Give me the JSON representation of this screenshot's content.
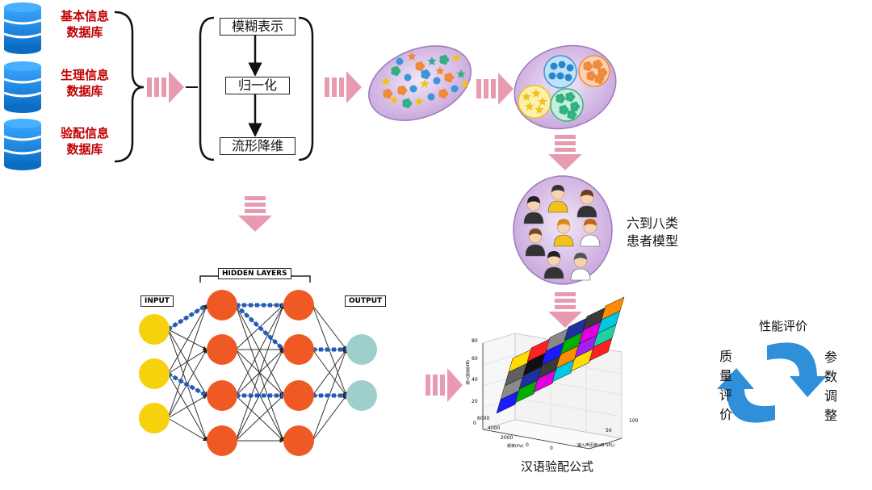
{
  "databases": [
    {
      "label": "基本信息\n数据库"
    },
    {
      "label": "生理信息\n数据库"
    },
    {
      "label": "验配信息\n数据库"
    }
  ],
  "pipeline": {
    "steps": [
      "模糊表示",
      "归一化",
      "流形降维"
    ]
  },
  "patient_model": {
    "label": "六到八类\n患者模型"
  },
  "neural_net": {
    "input_label": "INPUT",
    "hidden_label": "HIDDEN LAYERS",
    "output_label": "OUTPUT"
  },
  "formula": {
    "caption": "汉语验配公式",
    "z_ticks": [
      "0",
      "20",
      "40",
      "60",
      "80"
    ],
    "freq_ticks": [
      "0",
      "2000",
      "4000",
      "6000"
    ],
    "level_ticks": [
      "0",
      "50",
      "100"
    ],
    "freq_axis_label": "频率(Hz)",
    "level_axis_label": "输入声压级(dB SPL)",
    "z_axis_label": "插入增益(dB)"
  },
  "cycle": {
    "top": "性能评价",
    "right": "参\n数\n调\n整",
    "left": "质\n量\n评\n价"
  },
  "colors": {
    "arrow_pink": "#e79ab0",
    "db_blue": "#1f8fe0",
    "node_orange": "#ef5a24",
    "node_yellow": "#f6d20c",
    "node_teal": "#9fcfcc",
    "cluster_fill": "#d7bfe6",
    "cycle_blue": "#2f8fd8",
    "label_red": "#c00000"
  }
}
